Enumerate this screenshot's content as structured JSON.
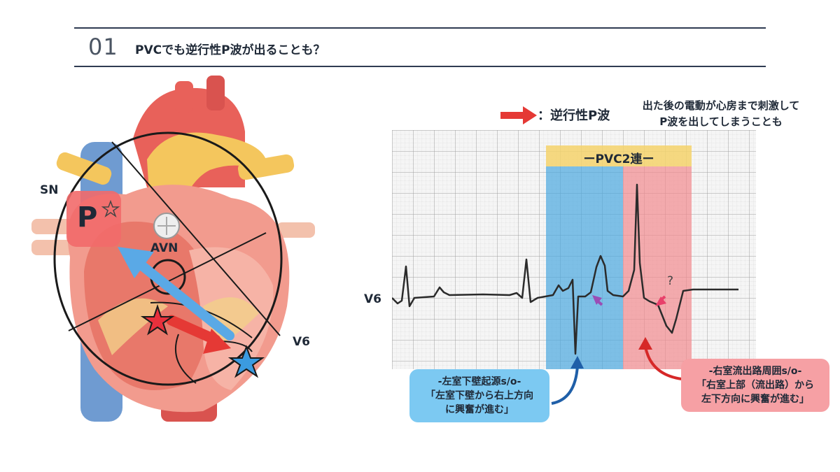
{
  "header": {
    "section_number": "01",
    "title": "PVCでも逆行性P波が出ることも？"
  },
  "heart": {
    "sn_label": "SN",
    "p_label": "P",
    "avn_label": "AVN",
    "v6_label": "V6"
  },
  "legend": {
    "text": "：逆行性P波"
  },
  "note": {
    "line1": "出た後の電動が心房まで刺激して",
    "line2": "P波を出してしまうことも"
  },
  "ecg": {
    "lead_label": "V6",
    "pvc_label": "ーPVC2連ー",
    "question_mark": "?"
  },
  "callouts": {
    "left": {
      "line1": "-左室下壁起源s/o-",
      "line2": "「左室下壁から右上方向",
      "line3": "に興奮が進む」"
    },
    "right": {
      "line1": "-右室流出路周囲s/o-",
      "line2": "「右室上部（流出路）から",
      "line3": "左下方向に興奮が進む」"
    }
  },
  "colors": {
    "accent_blue": "#5aa9e6",
    "accent_red": "#e53935",
    "pvc_highlight": "#f5d26b",
    "rule": "#2f3b52"
  }
}
